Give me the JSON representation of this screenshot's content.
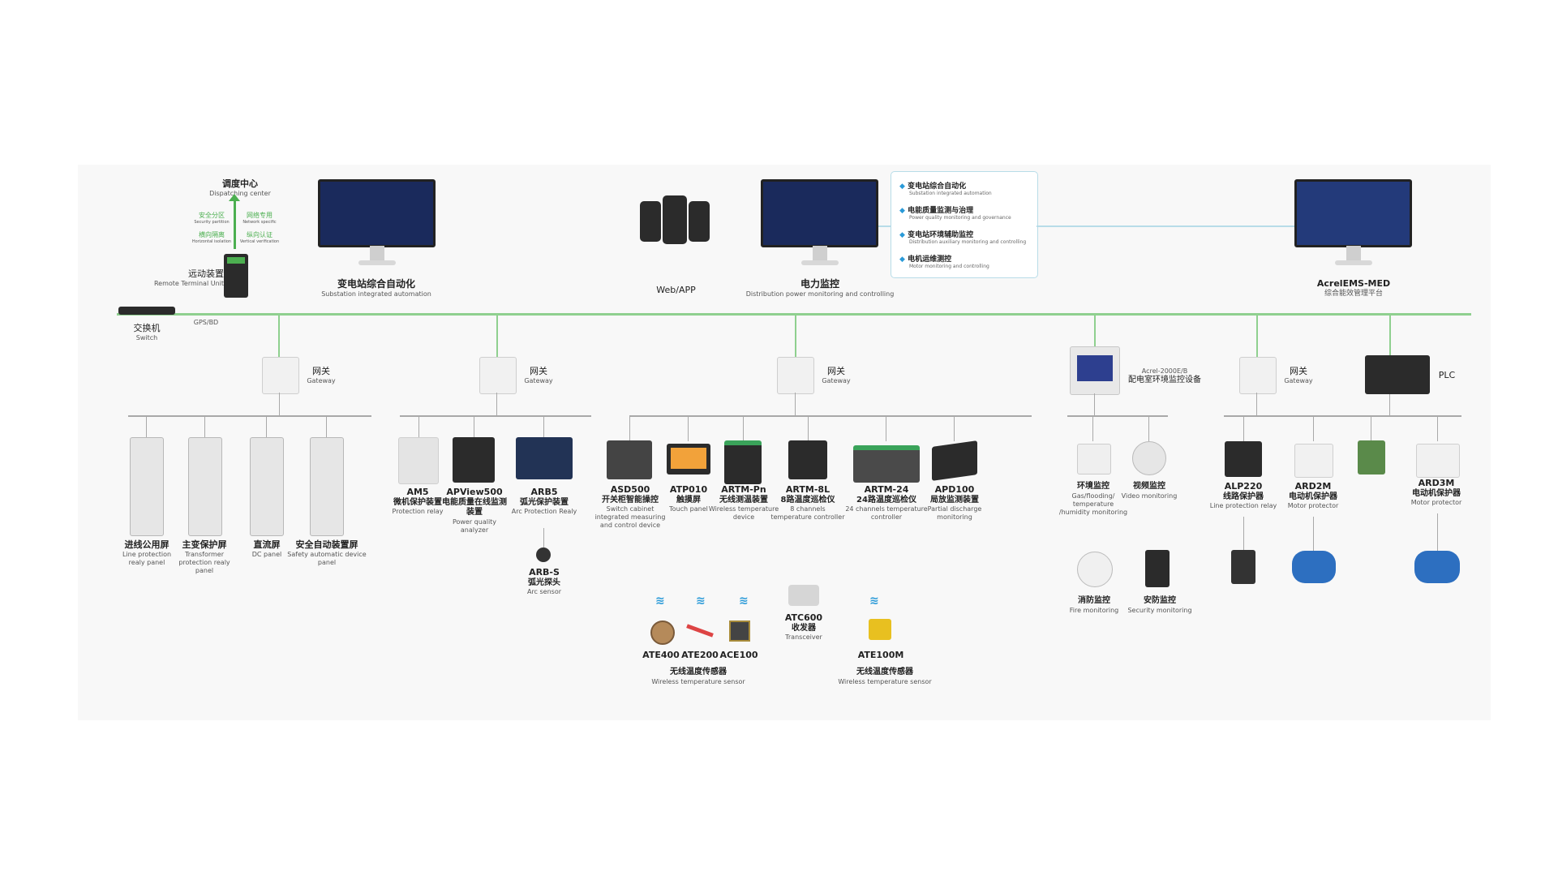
{
  "top": {
    "dispatch": {
      "cn": "调度中心",
      "en": "Dispatching center"
    },
    "arrow_labels": {
      "left_top": "安全分区",
      "left_top_en": "Security partition",
      "right_top": "网络专用",
      "right_top_en": "Network specific",
      "left_bottom": "横向隔离",
      "left_bottom_en": "Horizontal isolation",
      "right_bottom": "纵向认证",
      "right_bottom_en": "Vertical verification"
    },
    "rtu": {
      "cn": "远动装置",
      "en": "Remote Terminal Unit"
    },
    "switch": {
      "cn": "交换机",
      "en": "Switch"
    },
    "gps": "GPS/BD",
    "substation": {
      "cn": "变电站综合自动化",
      "en": "Substation integrated automation"
    },
    "web": "Web/APP",
    "power": {
      "cn": "电力监控",
      "en": "Distribution power monitoring and controlling"
    },
    "ems": {
      "cn": "综合能效管理平台",
      "en": "AcrelEMS-MED"
    },
    "functions": [
      {
        "cn": "变电站综合自动化",
        "en": "Substation integrated automation"
      },
      {
        "cn": "电能质量监测与治理",
        "en": "Power quality monitoring and governance"
      },
      {
        "cn": "变电站环境辅助监控",
        "en": "Distribution auxiliary monitoring and controlling"
      },
      {
        "cn": "电机运维测控",
        "en": "Motor monitoring and controlling"
      }
    ]
  },
  "gateway": {
    "cn": "网关",
    "en": "Gateway"
  },
  "env_device": {
    "name": "Acrel-2000E/B",
    "cn": "配电室环境监控设备"
  },
  "plc": "PLC",
  "group1": [
    {
      "cn": "进线公用屏",
      "en": "Line protection realy panel"
    },
    {
      "cn": "主变保护屏",
      "en": "Transformer protection realy panel"
    },
    {
      "cn": "直流屏",
      "en": "DC panel"
    },
    {
      "cn": "安全自动装置屏",
      "en": "Safety automatic device panel"
    }
  ],
  "group2": [
    {
      "model": "AM5",
      "cn": "微机保护装置",
      "en": "Protection relay"
    },
    {
      "model": "APView500",
      "cn": "电能质量在线监测装置",
      "en": "Power quality analyzer"
    },
    {
      "model": "ARB5",
      "cn": "弧光保护装置",
      "en": "Arc Protection Realy"
    }
  ],
  "arb": {
    "model": "ARB-S",
    "cn": "弧光探头",
    "en": "Arc sensor"
  },
  "group3": [
    {
      "model": "ASD500",
      "cn": "开关柜智能操控",
      "en": "Switch cabinet integrated measuring and control device"
    },
    {
      "model": "ATP010",
      "cn": "触摸屏",
      "en": "Touch panel"
    },
    {
      "model": "ARTM-Pn",
      "cn": "无线测温装置",
      "en": "Wireless temperature device"
    },
    {
      "model": "ARTM-8L",
      "cn": "8路温度巡检仪",
      "en": "8 channels temperature controller"
    },
    {
      "model": "ARTM-24",
      "cn": "24路温度巡检仪",
      "en": "24 channels temperature controller"
    },
    {
      "model": "APD100",
      "cn": "局放监测装置",
      "en": "Partial discharge monitoring"
    }
  ],
  "sensors": {
    "items": [
      "ATE400",
      "ATE200",
      "ACE100"
    ],
    "transceiver": {
      "model": "ATC600",
      "cn": "收发器",
      "en": "Transceiver"
    },
    "ate100m": "ATE100M",
    "caption_cn": "无线温度传感器",
    "caption_en": "Wireless temperature sensor"
  },
  "group4": [
    {
      "cn": "环境监控",
      "en": "Gas/flooding/ temperature /humidity monitoring"
    },
    {
      "cn": "视频监控",
      "en": "Video monitoring"
    },
    {
      "cn": "消防监控",
      "en": "Fire monitoring"
    },
    {
      "cn": "安防监控",
      "en": "Security monitoring"
    }
  ],
  "group5": [
    {
      "model": "ALP220",
      "cn": "线路保护器",
      "en": "Line protection relay"
    },
    {
      "model": "ARD2M",
      "cn": "电动机保护器",
      "en": "Motor protector"
    },
    {
      "model": "ARD3M",
      "cn": "电动机保护器",
      "en": "Motor protector"
    }
  ],
  "colors": {
    "bus": "#8fd08f",
    "screen": "#1a2a5c",
    "accent": "#2a9ad8",
    "motor": "#2d6fc0"
  }
}
